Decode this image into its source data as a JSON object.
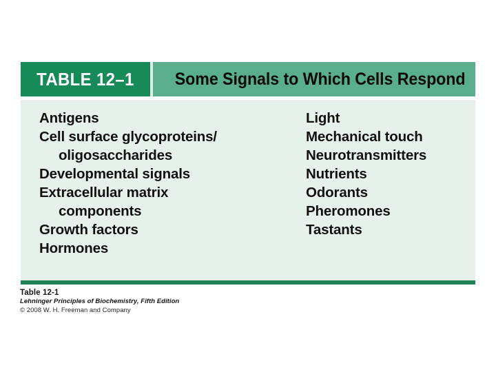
{
  "table": {
    "number_label": "TABLE 12–1",
    "title": "Some Signals to Which Cells Respond",
    "columns": {
      "left": [
        {
          "text": "Antigens",
          "indented": false
        },
        {
          "text": "Cell surface glycoproteins/",
          "indented": false
        },
        {
          "text": "oligosaccharides",
          "indented": true
        },
        {
          "text": "Developmental signals",
          "indented": false
        },
        {
          "text": "Extracellular matrix",
          "indented": false
        },
        {
          "text": "components",
          "indented": true
        },
        {
          "text": "Growth factors",
          "indented": false
        },
        {
          "text": "Hormones",
          "indented": false
        }
      ],
      "right": [
        {
          "text": "Light",
          "indented": false
        },
        {
          "text": "Mechanical touch",
          "indented": false
        },
        {
          "text": "Neurotransmitters",
          "indented": false
        },
        {
          "text": "Nutrients",
          "indented": false
        },
        {
          "text": "Odorants",
          "indented": false
        },
        {
          "text": "Pheromones",
          "indented": false
        },
        {
          "text": "Tastants",
          "indented": false
        }
      ]
    }
  },
  "caption": {
    "title": "Table 12-1",
    "source": "Lehninger Principles of Biochemistry, Fifth Edition",
    "copyright": "© 2008 W. H. Freeman and Company"
  },
  "colors": {
    "header_number_bg": "#178a5a",
    "header_title_bg": "#5bae8b",
    "body_bg": "#e7f1ec",
    "rule": "#1f8257",
    "page_bg": "#ffffff",
    "header_number_text": "#ffffff",
    "body_text": "#111111"
  }
}
